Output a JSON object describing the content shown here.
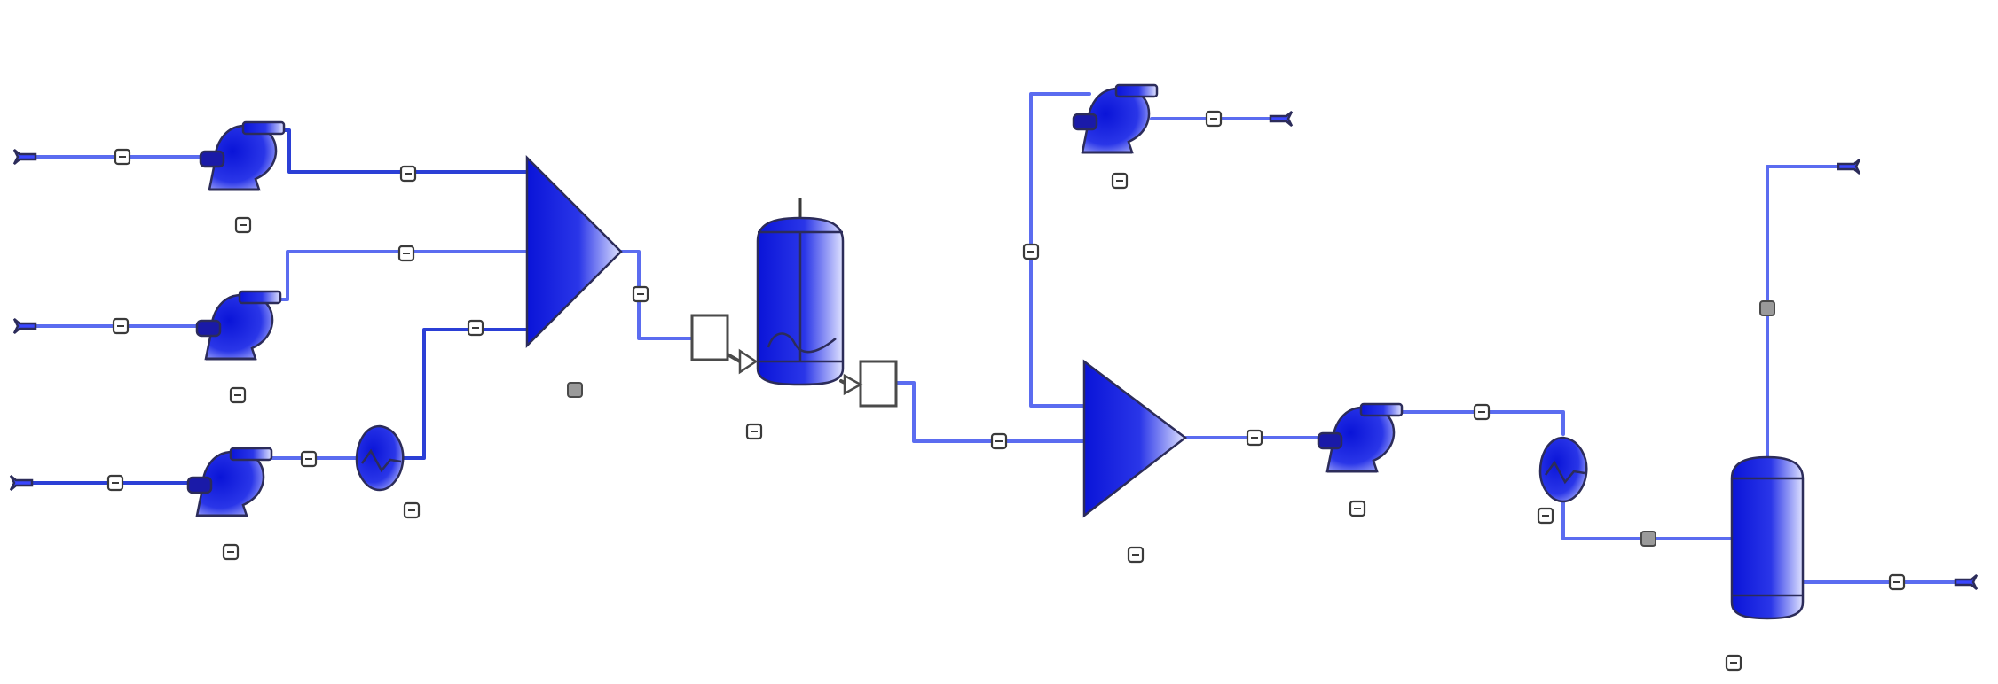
{
  "diagram": {
    "colors": {
      "pipe": "#5b6cf0",
      "pipe_dark": "#2b3fd6",
      "equipment_dark": "#0a14d8",
      "equipment_light": "#d8dcff",
      "tag_border": "#3a3a3a",
      "tag_gray": "#9a9a9a"
    },
    "equipment": [
      {
        "id": "feed-1",
        "type": "feed-arrow"
      },
      {
        "id": "feed-2",
        "type": "feed-arrow"
      },
      {
        "id": "feed-3",
        "type": "feed-arrow"
      },
      {
        "id": "pump-1",
        "type": "pump"
      },
      {
        "id": "pump-2",
        "type": "pump"
      },
      {
        "id": "pump-3",
        "type": "pump"
      },
      {
        "id": "heater-1",
        "type": "heat-exchanger"
      },
      {
        "id": "mixer-1",
        "type": "mixer"
      },
      {
        "id": "reactor-1",
        "type": "vessel"
      },
      {
        "id": "controller-1",
        "type": "control-block"
      },
      {
        "id": "controller-2",
        "type": "control-block"
      },
      {
        "id": "pump-top",
        "type": "pump"
      },
      {
        "id": "mixer-2",
        "type": "mixer"
      },
      {
        "id": "pump-4",
        "type": "pump"
      },
      {
        "id": "heater-2",
        "type": "heat-exchanger"
      },
      {
        "id": "flash-drum",
        "type": "vessel"
      },
      {
        "id": "product-top",
        "type": "product-arrow"
      },
      {
        "id": "product-bottom",
        "type": "product-arrow"
      },
      {
        "id": "product-pump-top",
        "type": "product-arrow"
      }
    ]
  }
}
